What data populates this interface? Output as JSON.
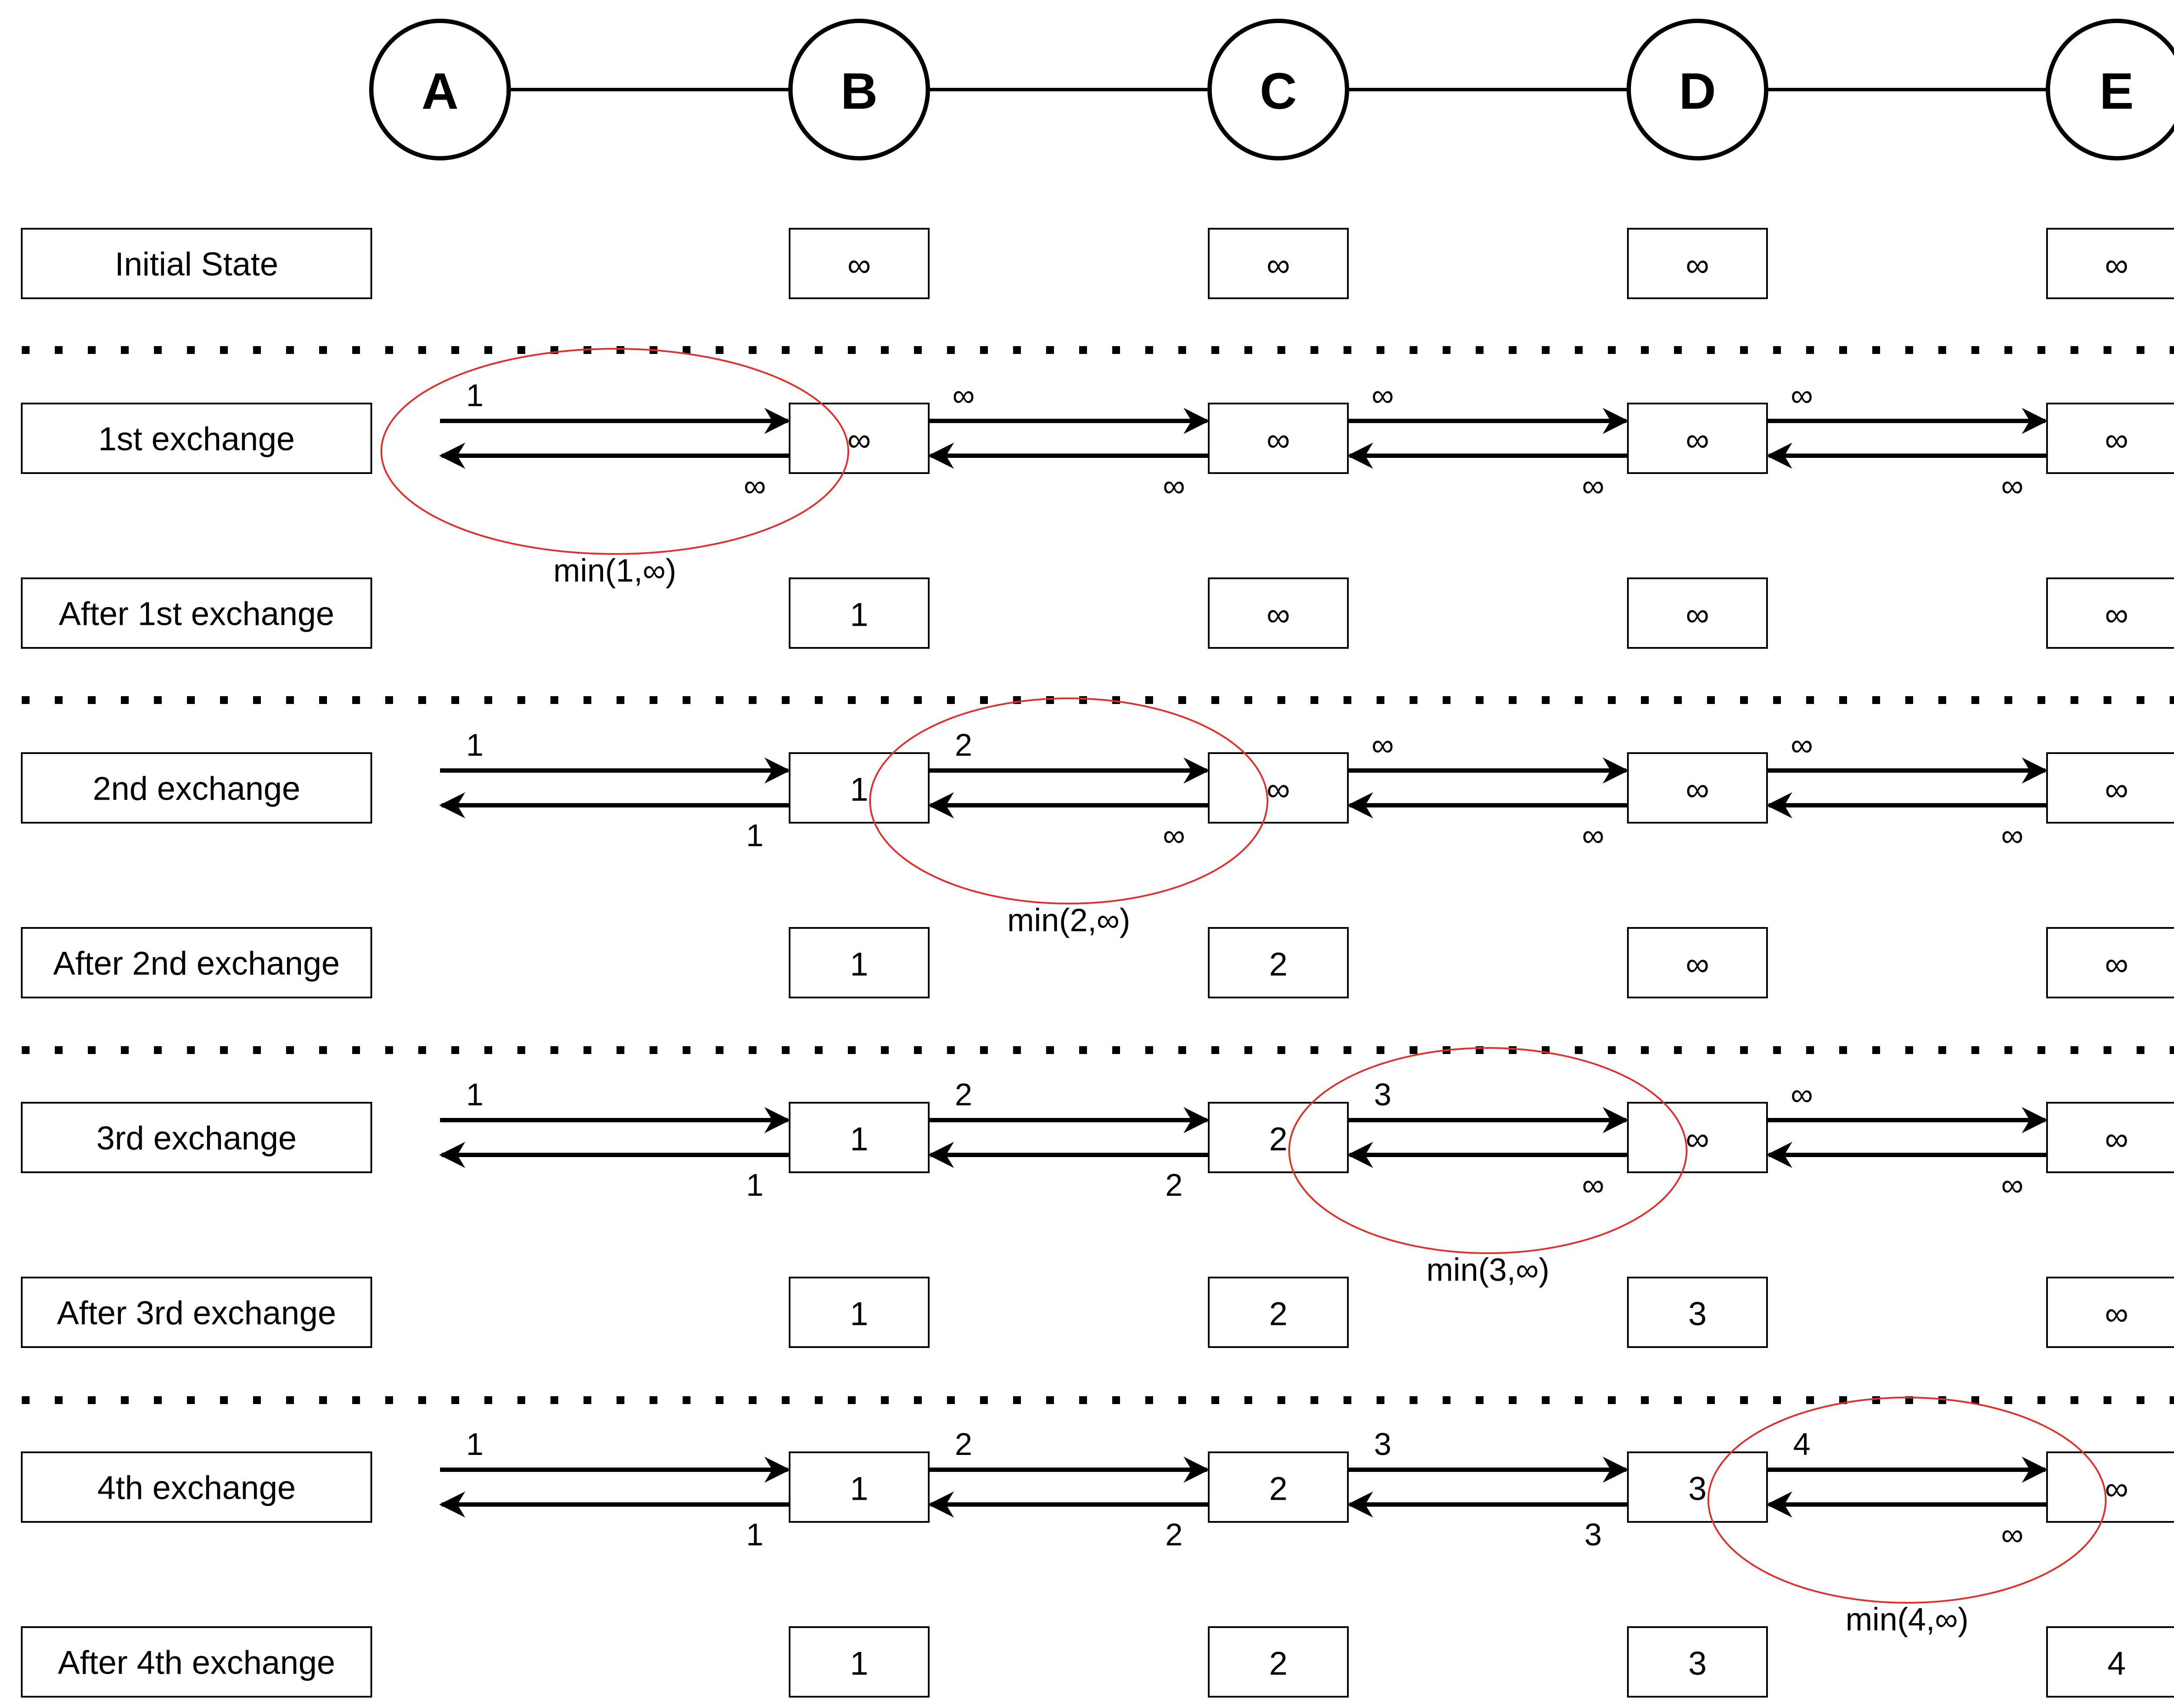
{
  "nodes": [
    "A",
    "B",
    "C",
    "D",
    "E"
  ],
  "rows": [
    {
      "kind": "state",
      "label": "Initial State",
      "values": [
        "∞",
        "∞",
        "∞",
        "∞"
      ]
    },
    {
      "kind": "exchange",
      "label": "1st exchange",
      "values": [
        "∞",
        "∞",
        "∞",
        "∞"
      ],
      "forward": [
        "1",
        "∞",
        "∞",
        "∞"
      ],
      "backward": [
        "∞",
        "∞",
        "∞",
        "∞"
      ],
      "highlight_link": 0,
      "min_label": "min(1,∞)"
    },
    {
      "kind": "state",
      "label": "After 1st exchange",
      "values": [
        "1",
        "∞",
        "∞",
        "∞"
      ]
    },
    {
      "kind": "exchange",
      "label": "2nd exchange",
      "values": [
        "1",
        "∞",
        "∞",
        "∞"
      ],
      "forward": [
        "1",
        "2",
        "∞",
        "∞"
      ],
      "backward": [
        "1",
        "∞",
        "∞",
        "∞"
      ],
      "highlight_link": 1,
      "min_label": "min(2,∞)"
    },
    {
      "kind": "state",
      "label": "After 2nd exchange",
      "values": [
        "1",
        "2",
        "∞",
        "∞"
      ]
    },
    {
      "kind": "exchange",
      "label": "3rd exchange",
      "values": [
        "1",
        "2",
        "∞",
        "∞"
      ],
      "forward": [
        "1",
        "2",
        "3",
        "∞"
      ],
      "backward": [
        "1",
        "2",
        "∞",
        "∞"
      ],
      "highlight_link": 2,
      "min_label": "min(3,∞)"
    },
    {
      "kind": "state",
      "label": "After 3rd exchange",
      "values": [
        "1",
        "2",
        "3",
        "∞"
      ]
    },
    {
      "kind": "exchange",
      "label": "4th exchange",
      "values": [
        "1",
        "2",
        "3",
        "∞"
      ],
      "forward": [
        "1",
        "2",
        "3",
        "4"
      ],
      "backward": [
        "1",
        "2",
        "3",
        "∞"
      ],
      "highlight_link": 3,
      "min_label": "min(4,∞)"
    },
    {
      "kind": "state",
      "label": "After 4th exchange",
      "values": [
        "1",
        "2",
        "3",
        "4"
      ]
    }
  ],
  "colors": {
    "line": "#000000",
    "highlight": "#e0302b",
    "background": "#ffffff"
  }
}
